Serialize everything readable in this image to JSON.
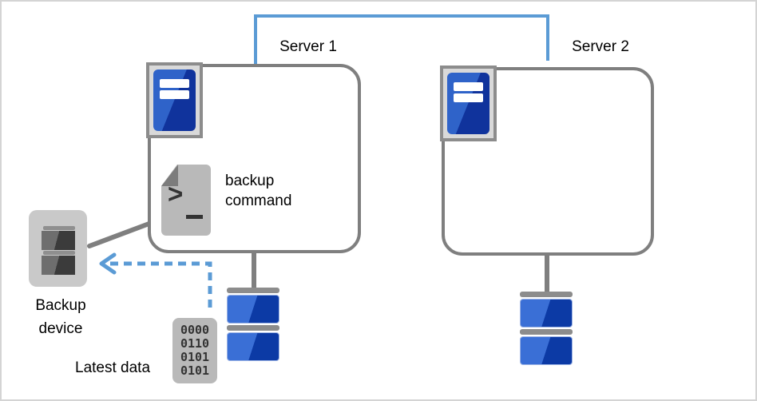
{
  "nodes": {
    "server1": {
      "label": "Server 1"
    },
    "server2": {
      "label": "Server 2"
    },
    "backup_command": {
      "label": "backup\ncommand",
      "prompt_glyph": ">"
    },
    "backup_device": {
      "label": "Backup\ndevice"
    },
    "latest_data": {
      "label": "Latest data",
      "binary_rows": [
        "0000",
        "0110",
        "0101",
        "0101"
      ]
    }
  },
  "colors": {
    "accent_blue": "#5B9BD5",
    "connector_gray": "#7F7F7F",
    "server_blue_light": "#2F63C9",
    "server_blue_dark": "#10339C",
    "disk_blue_light": "#3A6FD6",
    "disk_blue_dark": "#0C3AA5"
  }
}
